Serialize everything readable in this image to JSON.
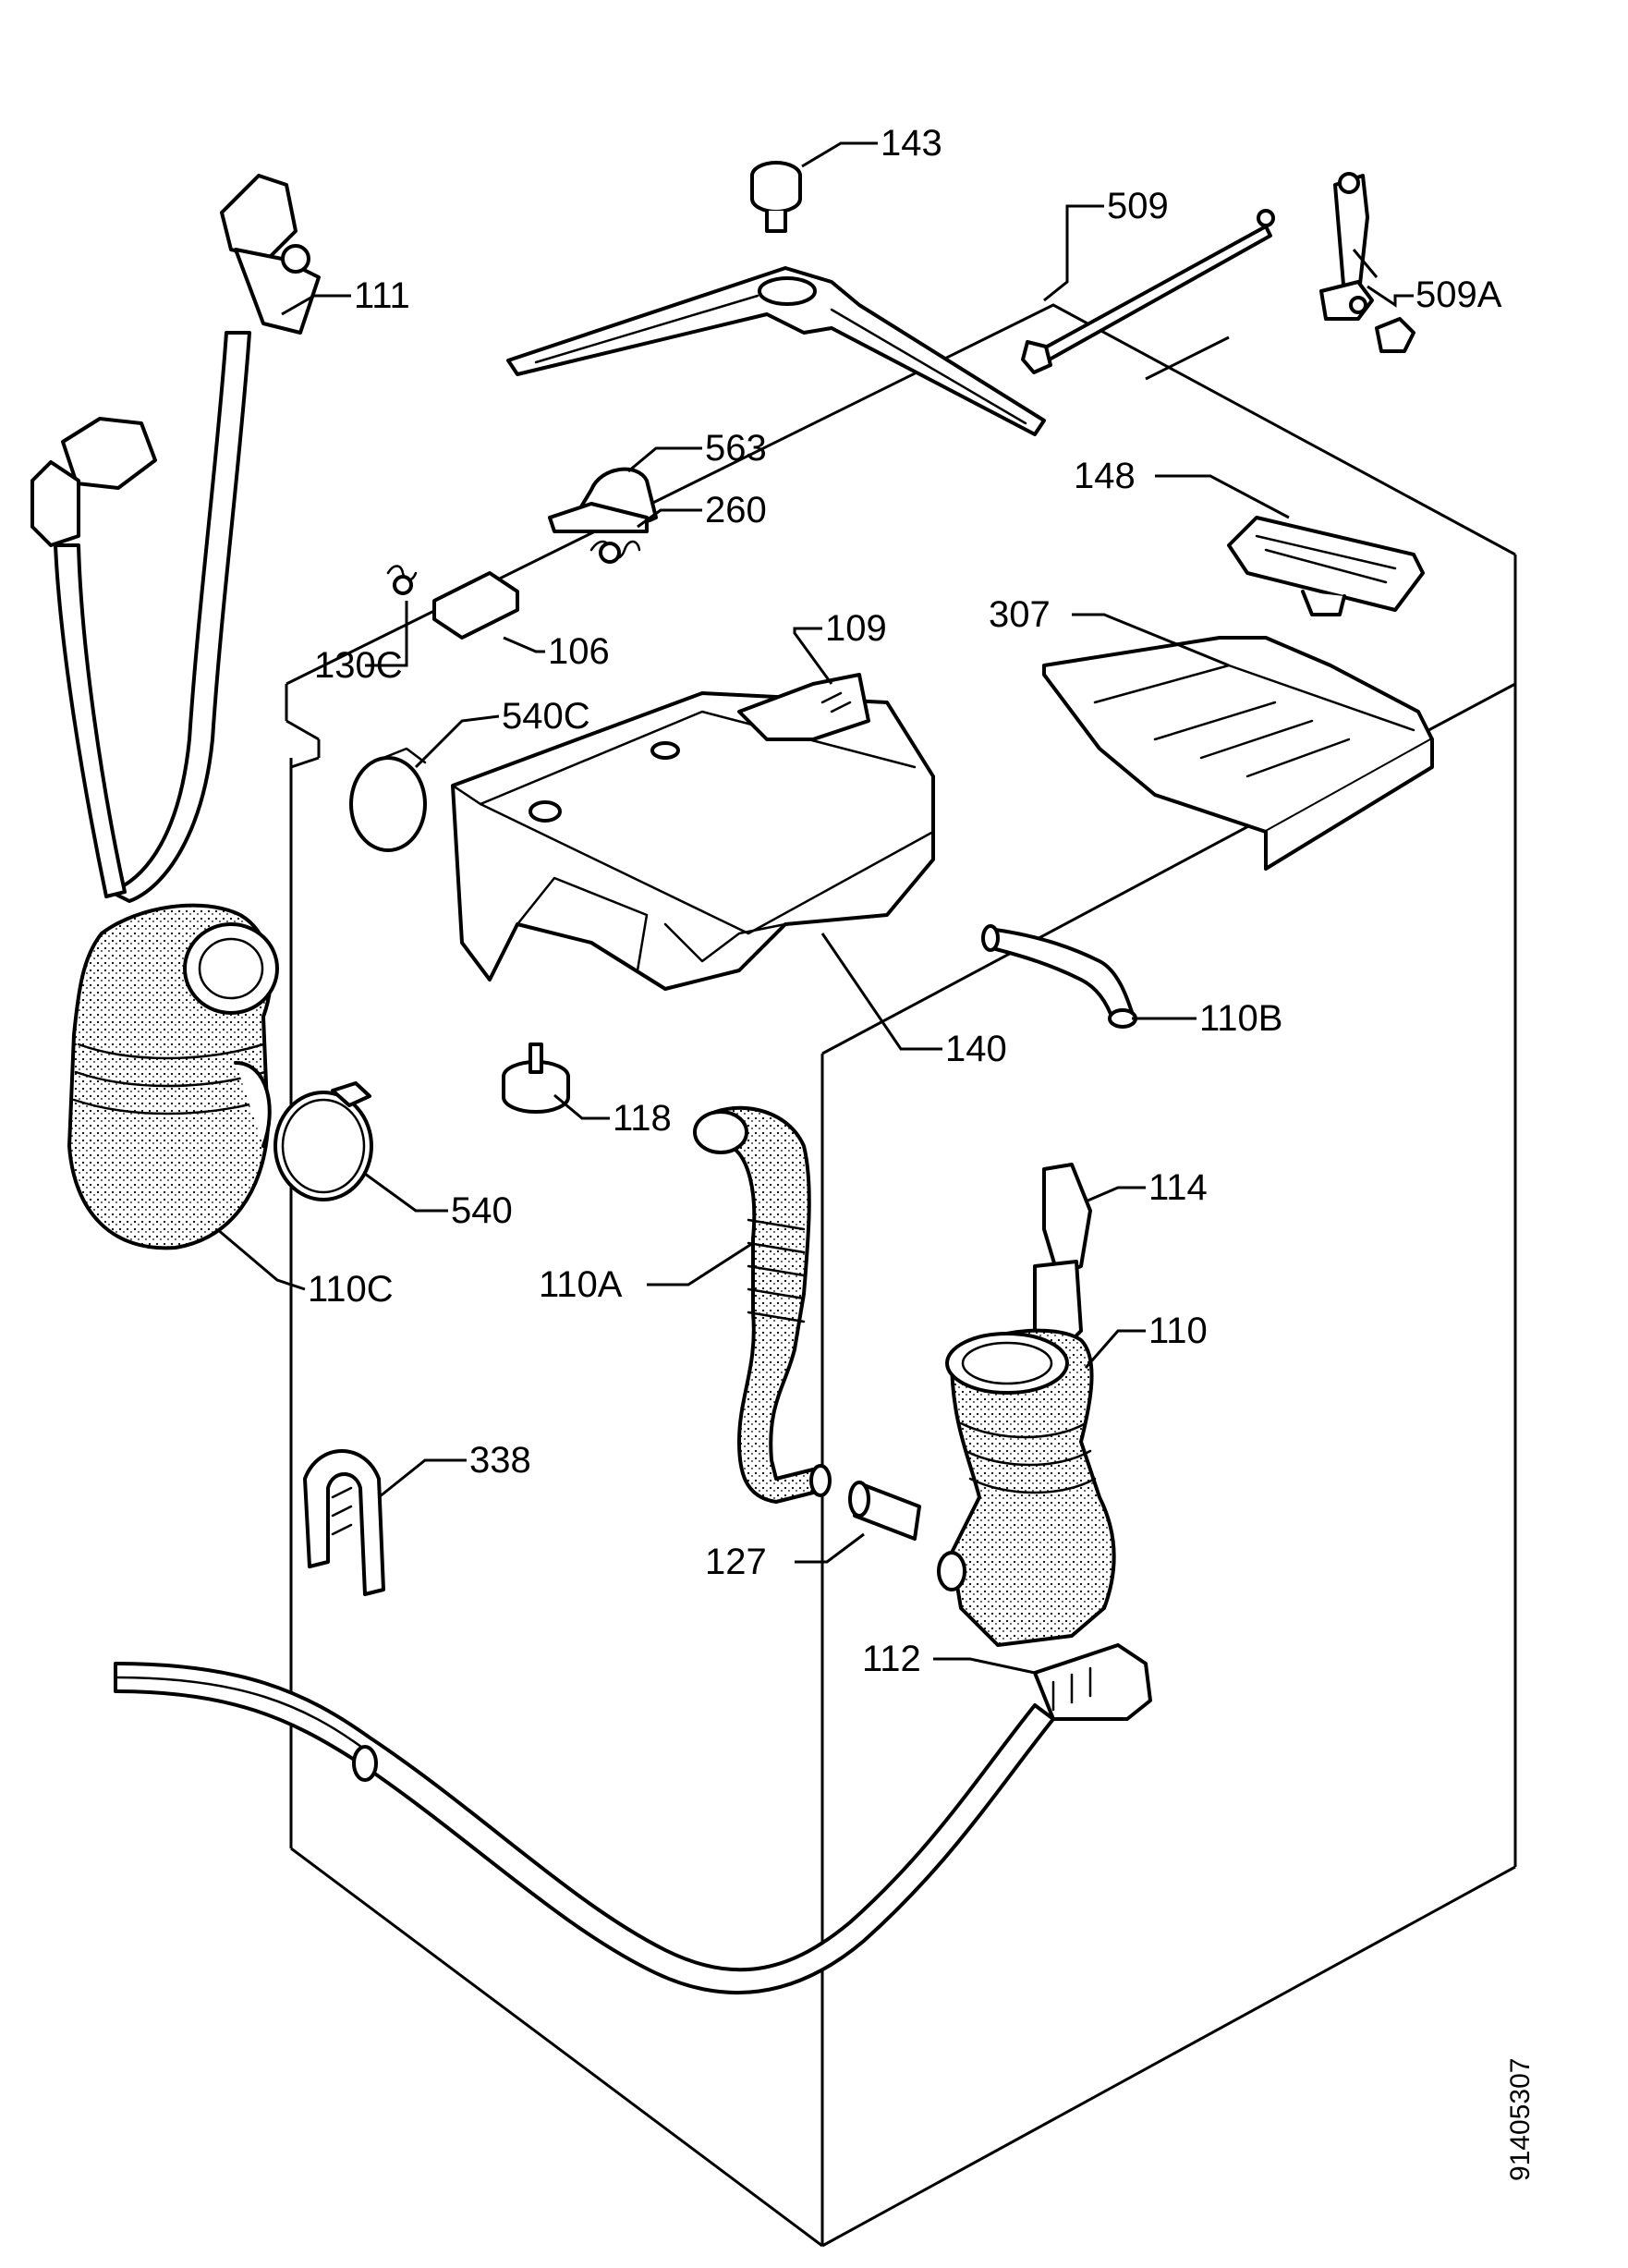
{
  "labels": {
    "p143": "143",
    "p509": "509",
    "p509A": "509A",
    "p111": "111",
    "p563": "563",
    "p260": "260",
    "p148": "148",
    "p106": "106",
    "p109": "109",
    "p307": "307",
    "p130C": "130C",
    "p540C": "540C",
    "p140": "140",
    "p110B": "110B",
    "p118": "118",
    "p540": "540",
    "p114": "114",
    "p110C": "110C",
    "p110A": "110A",
    "p110": "110",
    "p338": "338",
    "p127": "127",
    "p112": "112"
  },
  "doc_number": "91405307"
}
